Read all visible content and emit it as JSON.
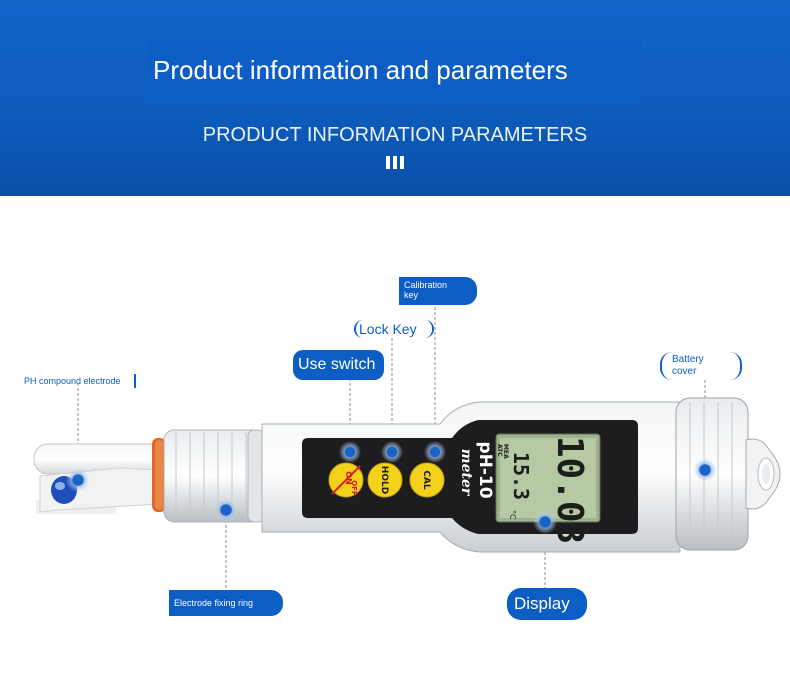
{
  "header": {
    "title": "Product information and parameters",
    "subtitle": "PRODUCT INFORMATION PARAMETERS"
  },
  "labels": {
    "calibration_key": "Calibration\nkey",
    "lock_key": "Lock Key",
    "use_switch": "Use switch",
    "battery_cover": "Battery\ncover",
    "ph_electrode": "PH compound electrode",
    "electrode_ring": "Electrode fixing ring",
    "display": "Display"
  },
  "device": {
    "model": "pH-10",
    "word_meter": "meter",
    "button_power_top": "ON",
    "button_power_bottom": "OFF",
    "button_hold": "HOLD",
    "button_cal": "CAL",
    "reading_main": "10.03",
    "reading_temp": "15.3",
    "temp_unit": "°C",
    "ind_mea": "MEA",
    "ind_atc": "ATC"
  },
  "colors": {
    "banner_blue": "#0d5cbd",
    "label_blue": "#0c5ec4",
    "button_yellow": "#f4d21b",
    "lcd_green": "#b6c9a4"
  }
}
